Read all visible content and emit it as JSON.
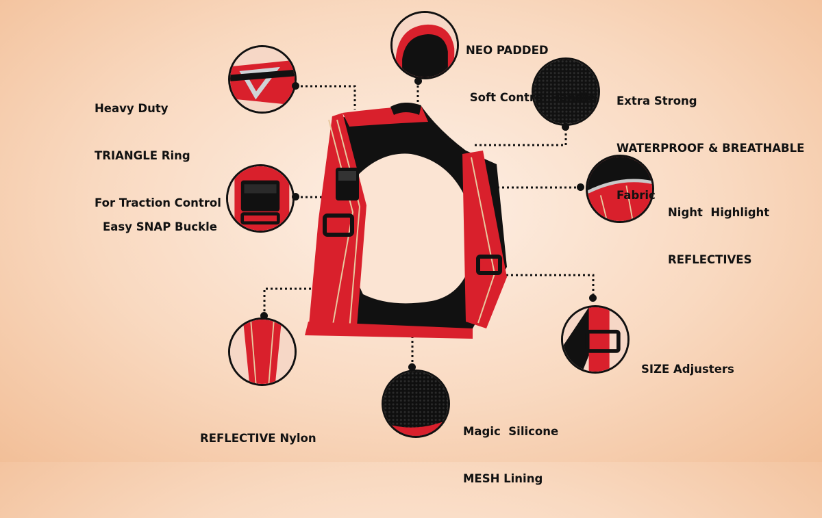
{
  "callouts": {
    "neo_padded_handle": {
      "line1": "NEO PADDED",
      "line2": " Soft Control Handle"
    },
    "triangle_ring": {
      "line1": "Heavy Duty",
      "line2": "TRIANGLE Ring",
      "line3": "For Traction Control"
    },
    "waterproof_fabric": {
      "line1": "Extra Strong",
      "line2": "WATERPROOF & BREATHABLE",
      "line3": "Fabric"
    },
    "snap_buckle": {
      "line1": "Easy SNAP Buckle"
    },
    "night_reflectives": {
      "line1": "Night  Highlight",
      "line2": "REFLECTIVES"
    },
    "size_adjusters": {
      "line1": "SIZE Adjusters"
    },
    "reflective_nylon": {
      "line1": "REFLECTIVE Nylon"
    },
    "mesh_lining": {
      "line1": "Magic  Silicone",
      "line2": "MESH Lining"
    }
  },
  "colors": {
    "strap_red": "#d9202c",
    "fabric_black": "#111111",
    "reflective_stripe": "#e8c9a0",
    "background_center": "#fdf0e6",
    "background_edge": "#f2bf98"
  }
}
